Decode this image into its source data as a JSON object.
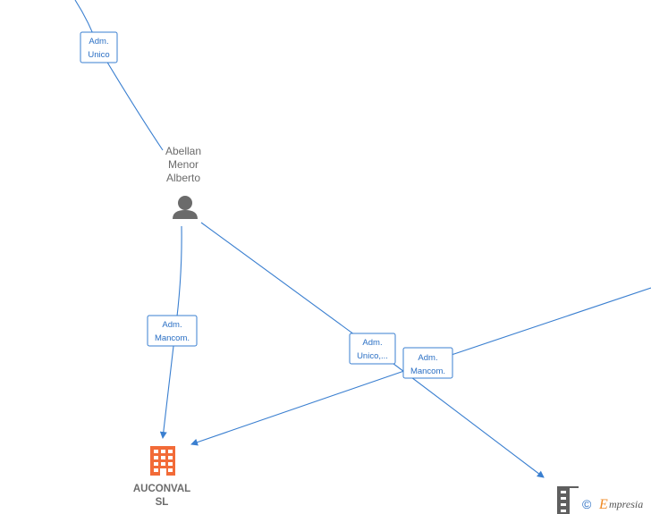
{
  "person": {
    "name_lines": [
      "Abellan",
      "Menor",
      "Alberto"
    ],
    "icon": "person-icon"
  },
  "company": {
    "name_lines": [
      "AUCONVAL",
      "SL"
    ],
    "icon": "building-icon",
    "color": "#f26b38"
  },
  "edges": [
    {
      "id": "top",
      "label_lines": [
        "Adm.",
        "Unico"
      ]
    },
    {
      "id": "person-to-company",
      "label_lines": [
        "Adm.",
        "Mancom."
      ]
    },
    {
      "id": "person-to-right",
      "label_lines": [
        "Adm.",
        "Unico,..."
      ]
    },
    {
      "id": "right-to-company",
      "label_lines": [
        "Adm.",
        "Mancom."
      ]
    }
  ],
  "watermark": {
    "copyright": "©",
    "brand": "mpresia",
    "brand_initial": "E"
  },
  "colors": {
    "edge": "#3a7fd0",
    "person_icon": "#6b6b6b",
    "text": "#6b6b6b"
  }
}
